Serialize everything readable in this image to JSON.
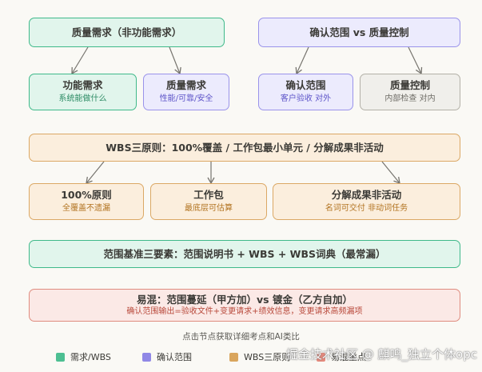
{
  "nodes": {
    "quality_req": {
      "title": "质量需求（非功能需求）"
    },
    "verify_vs_qc": {
      "title": "确认范围 vs 质量控制"
    },
    "func_req": {
      "title": "功能需求",
      "sub": "系统能做什么"
    },
    "quality_req_small": {
      "title": "质量需求",
      "sub": "性能/可靠/安全"
    },
    "verify_scope": {
      "title": "确认范围",
      "sub": "客户验收 对外"
    },
    "quality_control": {
      "title": "质量控制",
      "sub": "内部检查 对内"
    },
    "wbs_principles": {
      "title": "WBS三原则：100%覆盖 / 工作包最小单元 / 分解成果非活动"
    },
    "rule_100": {
      "title": "100%原则",
      "sub": "全覆盖不遗漏"
    },
    "work_package": {
      "title": "工作包",
      "sub": "最底层可估算"
    },
    "deliverables": {
      "title": "分解成果非活动",
      "sub": "名词可交付 非动词任务"
    },
    "scope_baseline": {
      "title": "范围基准三要素：范围说明书 + WBS + WBS词典（最常漏）"
    },
    "confusion": {
      "title": "易混：范围蔓延（甲方加）vs 镀金（乙方自加）",
      "sub": "确认范围输出=验收文件+变更请求+绩效信息，变更请求高频漏项"
    }
  },
  "hint": "点击节点获取详细考点和AI类比",
  "legend": [
    {
      "label": "需求/WBS",
      "color": "#4dbf92"
    },
    {
      "label": "确认范围",
      "color": "#9088e6"
    },
    {
      "label": "WBS三原则",
      "color": "#d9a55d"
    },
    {
      "label": "易混重点",
      "color": "#e58a7d"
    }
  ],
  "watermark": "掘金技术社区 @ 麒鸣_独立个体opc",
  "colors": {
    "green": "#3fb98a",
    "purple": "#9a93ea",
    "gray": "#b3b1a8",
    "orange": "#dba865",
    "red": "#df8c7f",
    "arrow": "#76746e"
  }
}
